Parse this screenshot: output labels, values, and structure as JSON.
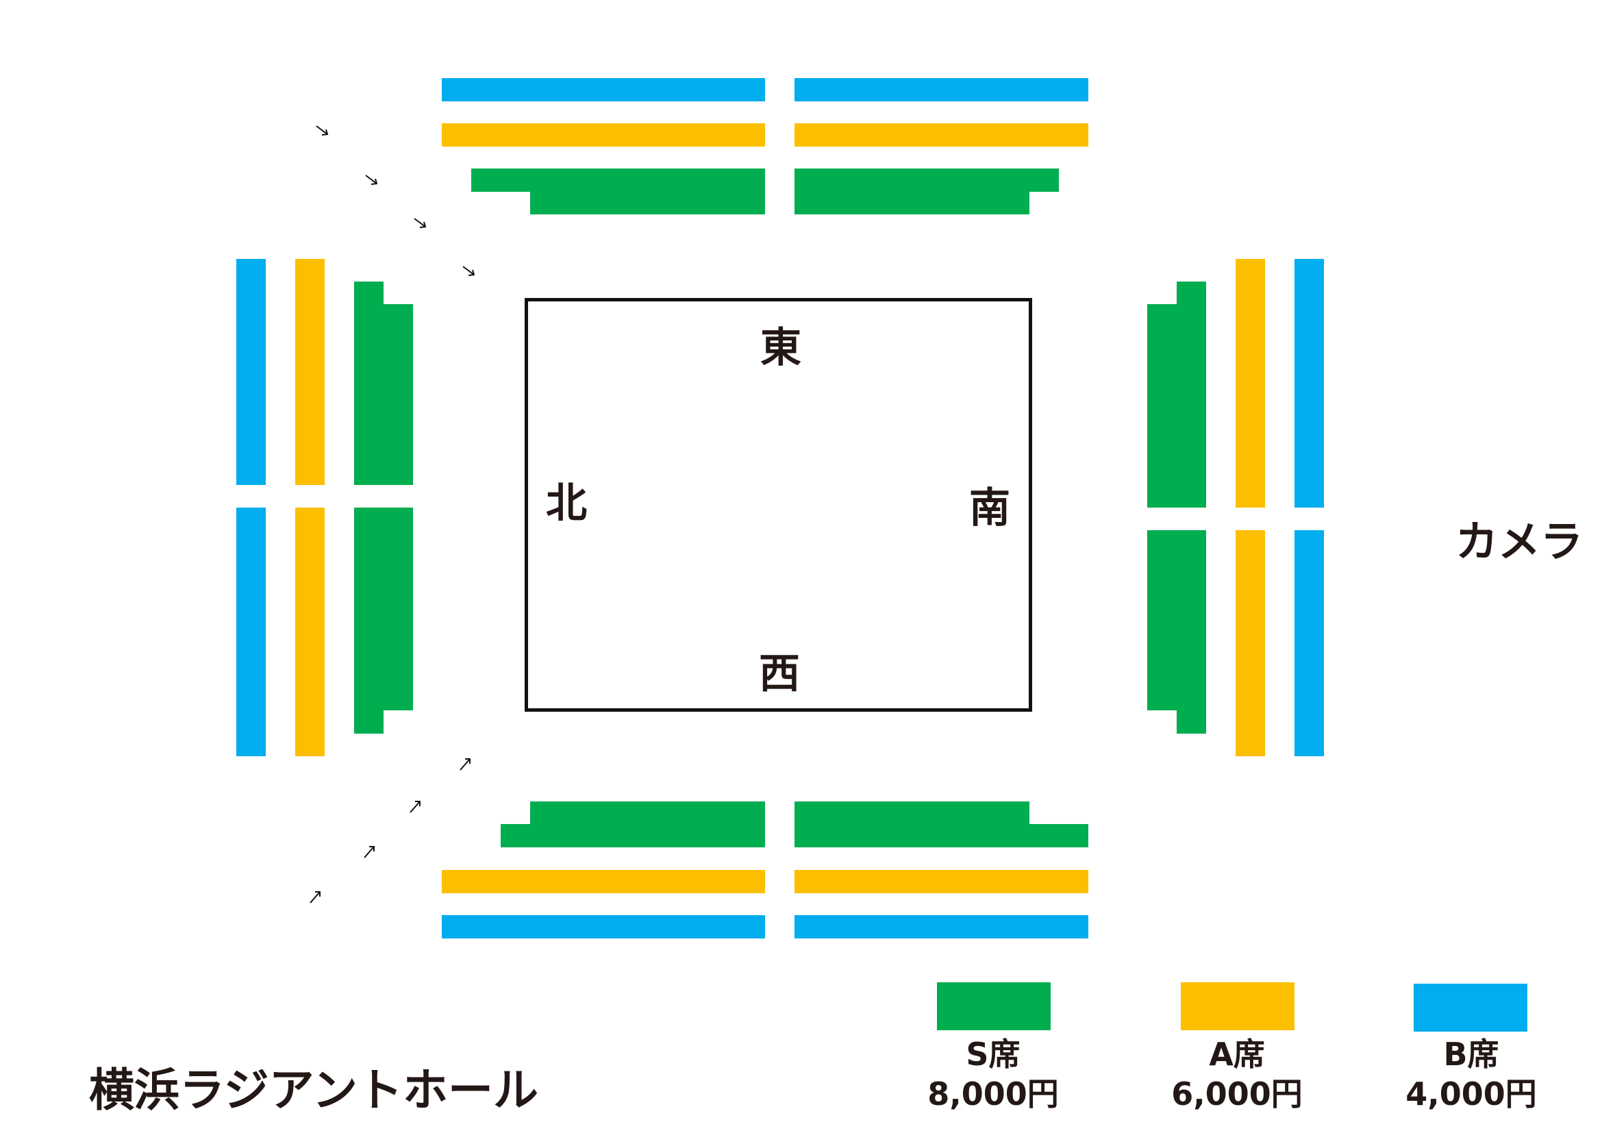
{
  "venue_name": "横浜ラジアントホール",
  "camera_label": "カメラ",
  "directions": {
    "east": "東",
    "west": "西",
    "north": "北",
    "south": "南"
  },
  "colors": {
    "s": "#00ad4f",
    "a": "#fcbf00",
    "b": "#00adee",
    "ring": "#111111",
    "text": "#231815"
  },
  "legend": [
    {
      "id": "s",
      "name": "S席",
      "price": "8,000円"
    },
    {
      "id": "a",
      "name": "A席",
      "price": "6,000円"
    },
    {
      "id": "b",
      "name": "B席",
      "price": "4,000円"
    }
  ]
}
